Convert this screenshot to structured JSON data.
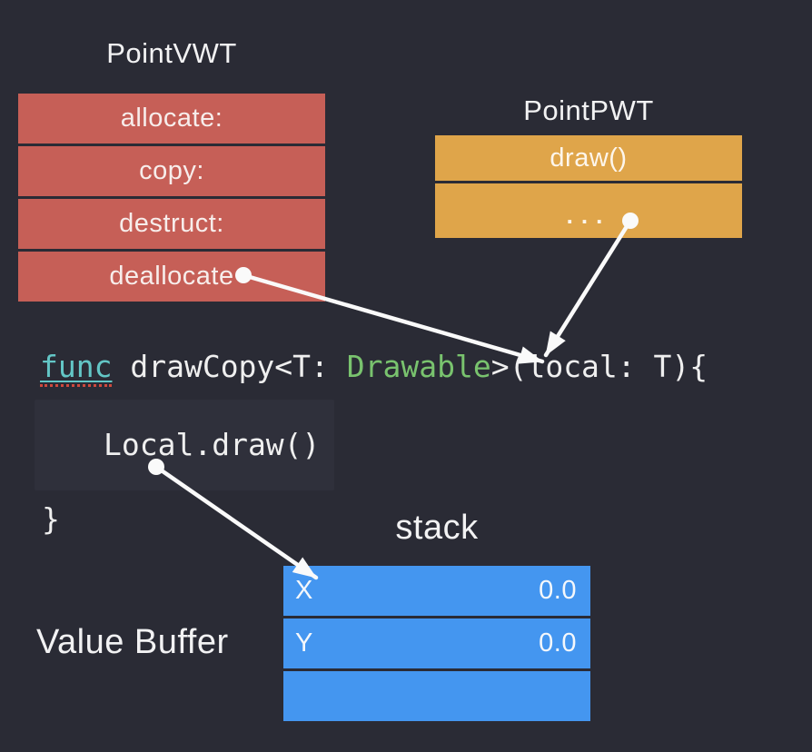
{
  "colors": {
    "background": "#2a2b35",
    "vwt_fill": "#c65f57",
    "pwt_fill": "#dfa54a",
    "stack_fill": "#4496f0",
    "keyword": "#63c6c6",
    "type_name": "#79c36e",
    "code_text": "#efefef",
    "label_text": "#f2f2f3",
    "underline_error": "#cf4a3e",
    "arrow": "#fafafa",
    "panel": "#2f303b"
  },
  "vwt": {
    "title": "PointVWT",
    "rows": [
      "allocate:",
      "copy:",
      "destruct:",
      "deallocate"
    ]
  },
  "pwt": {
    "title": "PointPWT",
    "rows": [
      "draw()",
      "..."
    ]
  },
  "code": {
    "keyword": "func",
    "middle": " drawCopy<T: ",
    "type_name": "Drawable",
    "tail": ">(local: T){",
    "body_line": "Local.draw()",
    "closing_brace": "}"
  },
  "stack": {
    "title": "stack",
    "side_label": "Value Buffer",
    "rows": [
      {
        "field": "X",
        "value": "0.0"
      },
      {
        "field": "Y",
        "value": "0.0"
      },
      {
        "field": "",
        "value": ""
      }
    ]
  }
}
